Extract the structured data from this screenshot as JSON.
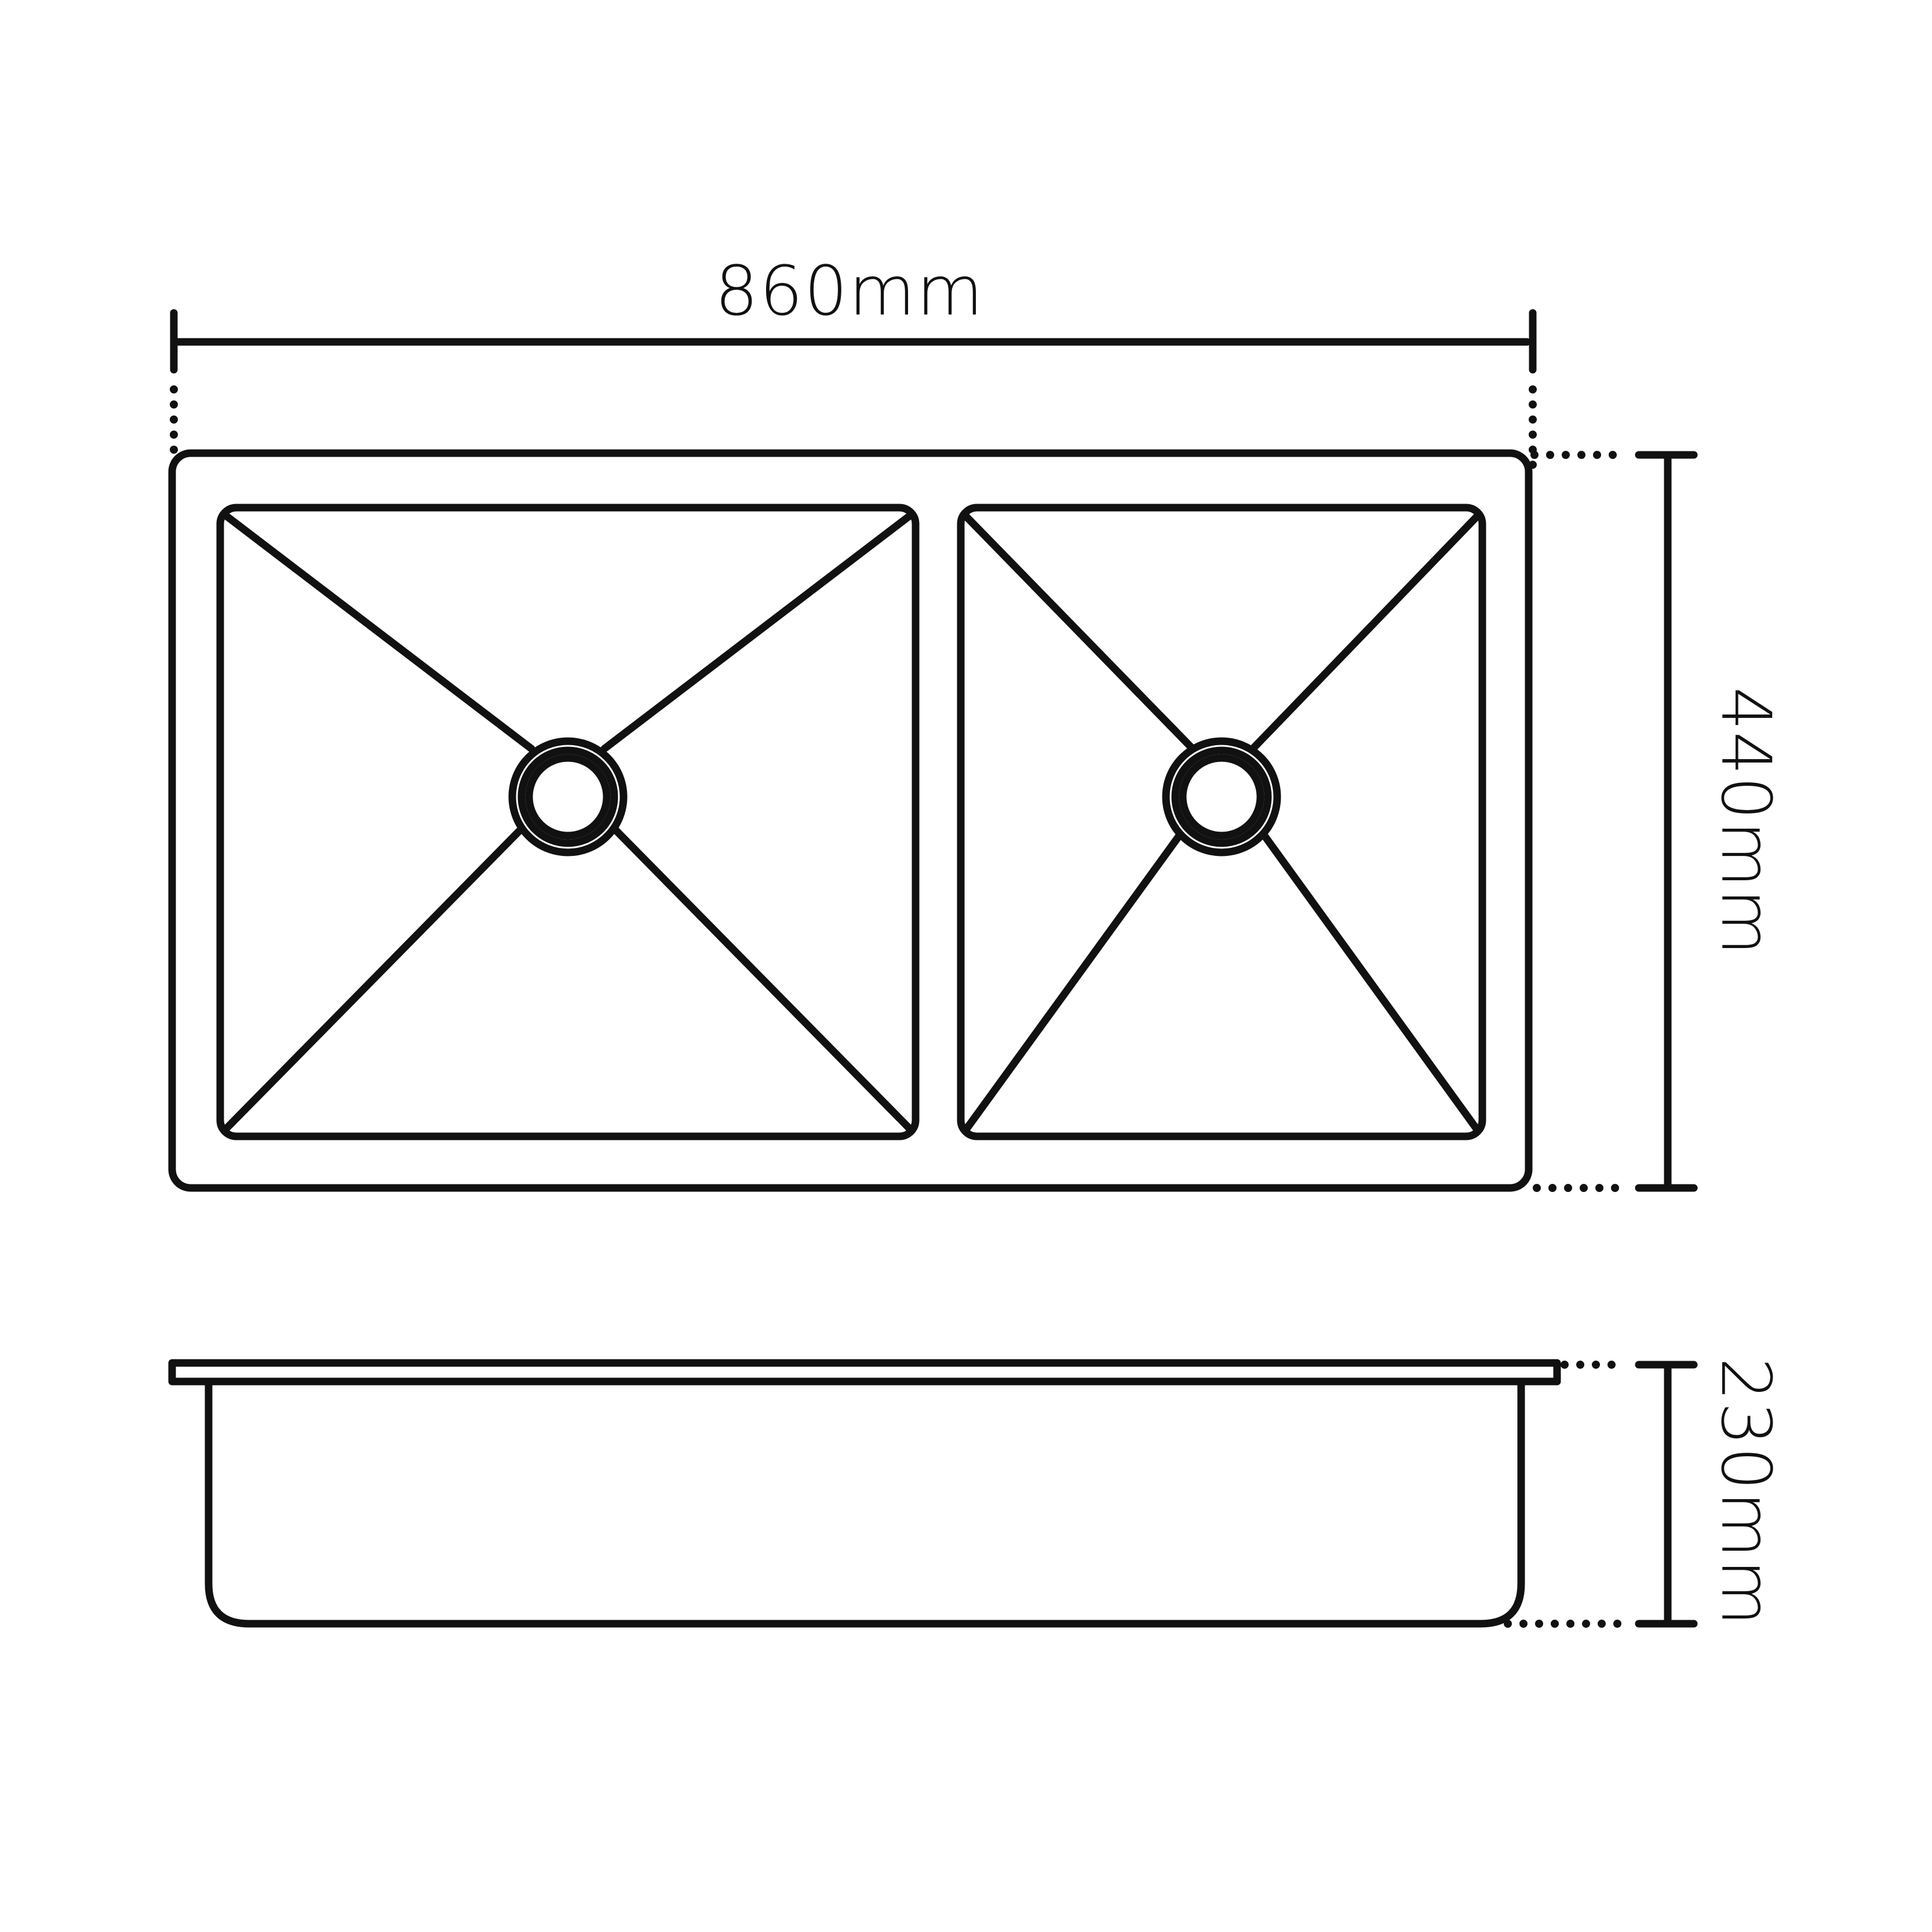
{
  "dimensions": {
    "width_label": "860mm",
    "depth_label": "440mm",
    "height_label": "230mm"
  },
  "colors": {
    "line": "#111111",
    "background": "#ffffff"
  }
}
